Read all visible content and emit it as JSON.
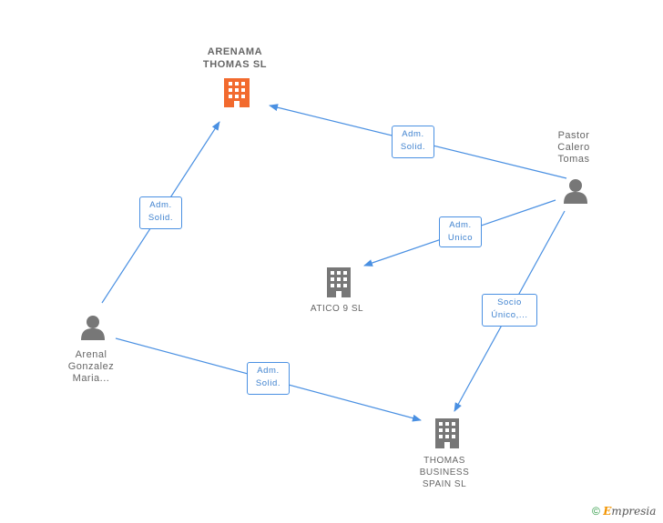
{
  "nodes": {
    "arenama": {
      "lines": [
        "ARENAMA",
        "THOMAS SL"
      ],
      "color": "#f26a2e"
    },
    "pastor": {
      "lines": [
        "Pastor",
        "Calero",
        "Tomas"
      ],
      "color": "#777777"
    },
    "atico": {
      "lines": [
        "ATICO 9 SL"
      ],
      "color": "#777777"
    },
    "arenal": {
      "lines": [
        "Arenal",
        "Gonzalez",
        "Maria..."
      ],
      "color": "#777777"
    },
    "thomas_business": {
      "lines": [
        "THOMAS",
        "BUSINESS",
        "SPAIN SL"
      ],
      "color": "#777777"
    }
  },
  "edges": {
    "arenal_arenama": {
      "lines": [
        "Adm.",
        "Solid."
      ]
    },
    "pastor_arenama": {
      "lines": [
        "Adm.",
        "Solid."
      ]
    },
    "pastor_atico": {
      "lines": [
        "Adm.",
        "Unico"
      ]
    },
    "pastor_thomas": {
      "lines": [
        "Socio",
        "Único,..."
      ]
    },
    "arenal_thomas": {
      "lines": [
        "Adm.",
        "Solid."
      ]
    }
  },
  "colors": {
    "edge": "#4a90e2"
  },
  "footer": {
    "copyright": "©",
    "brand_initial": "E",
    "brand_rest": "mpresia"
  }
}
